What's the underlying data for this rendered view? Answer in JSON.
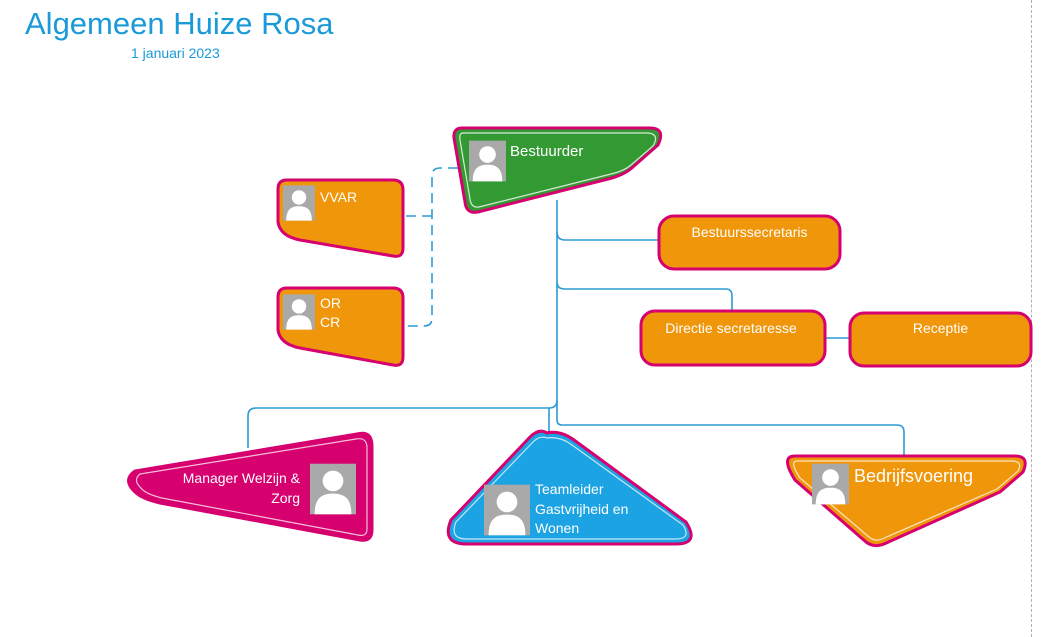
{
  "header": {
    "title": "Algemeen Huize Rosa",
    "date": "1 januari 2023"
  },
  "colors": {
    "accent": "#1a9ad8",
    "border": "#d6006f",
    "green": "#339933",
    "orange": "#f0960a",
    "blue": "#1ba3e3",
    "magenta": "#d6006f",
    "connector": "#2b9bd2"
  },
  "nodes": {
    "bestuurder": {
      "label": "Bestuurder",
      "icon": "person-icon"
    },
    "vvar": {
      "label": "VVAR",
      "icon": "person-icon"
    },
    "or_cr": {
      "line1": "OR",
      "line2": "CR",
      "icon": "person-icon"
    },
    "bestuurssecretaris": {
      "label": "Bestuurssecretaris"
    },
    "directie_secretaresse": {
      "label": "Directie secretaresse"
    },
    "receptie": {
      "label": "Receptie"
    },
    "manager": {
      "line1": "Manager Welzijn &",
      "line2": "Zorg",
      "icon": "person-icon"
    },
    "teamleider": {
      "line1": "Teamleider",
      "line2": "Gastvrijheid en",
      "line3": "Wonen",
      "icon": "person-icon"
    },
    "bedrijfsvoering": {
      "label": "Bedrijfsvoering",
      "icon": "person-icon"
    }
  }
}
